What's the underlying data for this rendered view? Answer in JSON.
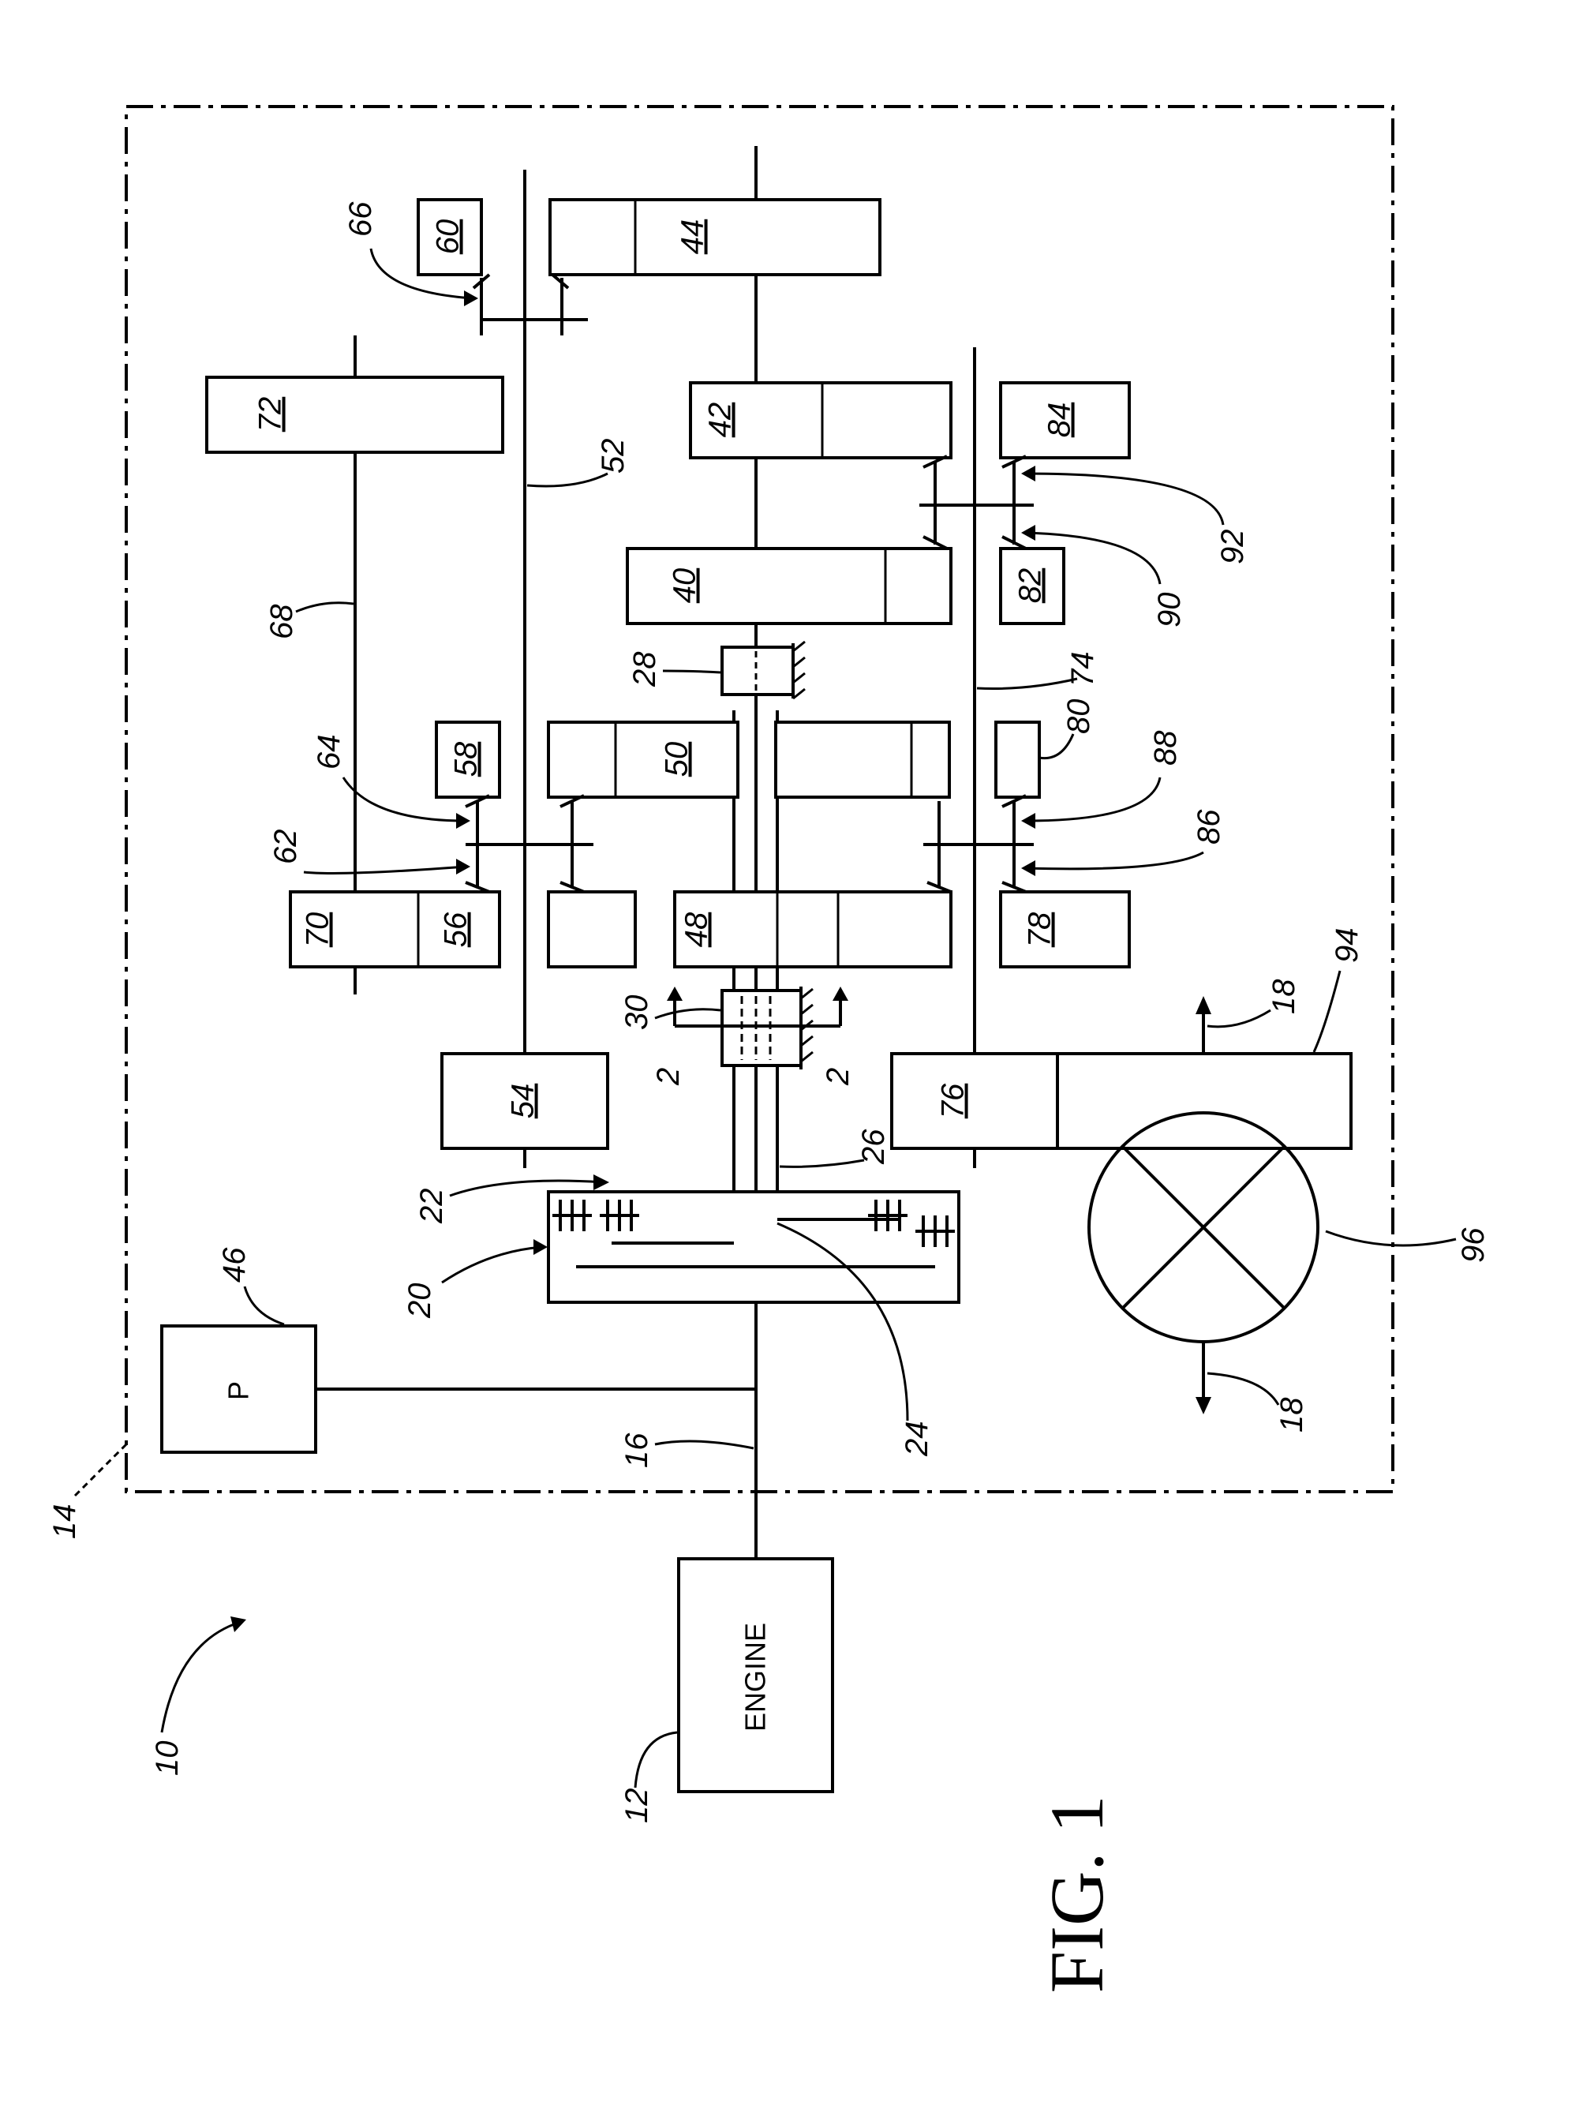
{
  "figure": {
    "caption": "FIG. 1",
    "engine_label": "ENGINE",
    "pump_label": "P",
    "section_marks": [
      "2",
      "2"
    ],
    "component_numbers": [
      "60",
      "44",
      "72",
      "42",
      "84",
      "40",
      "82",
      "58",
      "50",
      "80",
      "70",
      "56",
      "48",
      "78",
      "54",
      "76"
    ],
    "reference_numerals": {
      "assembly": "10",
      "engine": "12",
      "housing": "14",
      "input_shaft": "16",
      "output_left": "18",
      "output_right": "18",
      "clutch_outer": "20",
      "clutch_inner": "22",
      "shaft_24": "24",
      "shaft_26": "26",
      "brake_28": "28",
      "brake_30": "30",
      "pump": "46",
      "shaft_52": "52",
      "synchro_62": "62",
      "synchro_64": "64",
      "synchro_66": "66",
      "shaft_68": "68",
      "shaft_74": "74",
      "gear_80": "80",
      "synchro_86": "86",
      "synchro_88": "88",
      "synchro_90": "90",
      "synchro_92": "92",
      "ring_gear": "94",
      "differential": "96"
    }
  }
}
